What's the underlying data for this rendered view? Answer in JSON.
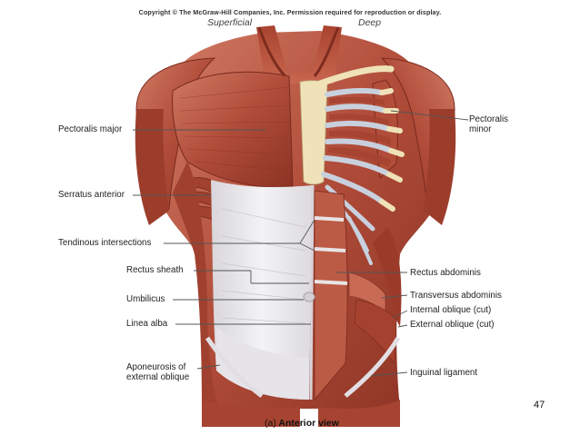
{
  "copyright": "Copyright © The McGraw-Hill Companies, Inc. Permission required for reproduction or display.",
  "sides": {
    "superficial": "Superficial",
    "deep": "Deep"
  },
  "labels_left": {
    "pectoralis_major": "Pectoralis major",
    "serratus_anterior": "Serratus anterior",
    "tendinous_intersections": "Tendinous intersections",
    "rectus_sheath": "Rectus sheath",
    "umbilicus": "Umbilicus",
    "linea_alba": "Linea alba",
    "aponeurosis_line1": "Aponeurosis of",
    "aponeurosis_line2": "external oblique"
  },
  "labels_right": {
    "pectoralis_minor_line1": "Pectoralis",
    "pectoralis_minor_line2": "minor",
    "rectus_abdominis": "Rectus abdominis",
    "transversus_abdominis": "Transversus abdominis",
    "internal_oblique": "Internal oblique (cut)",
    "external_oblique": "External oblique (cut)",
    "inguinal_ligament": "Inguinal ligament"
  },
  "caption": {
    "tag": "(a)",
    "text": "Anterior view"
  },
  "page_number": "47",
  "colors": {
    "muscle": "#b5523f",
    "muscle_dark": "#8a3326",
    "muscle_light": "#d98470",
    "fascia": "#ecebee",
    "rib_cartilage": "#c8d0de",
    "bone": "#efe2b8",
    "leader_line": "#555555"
  }
}
